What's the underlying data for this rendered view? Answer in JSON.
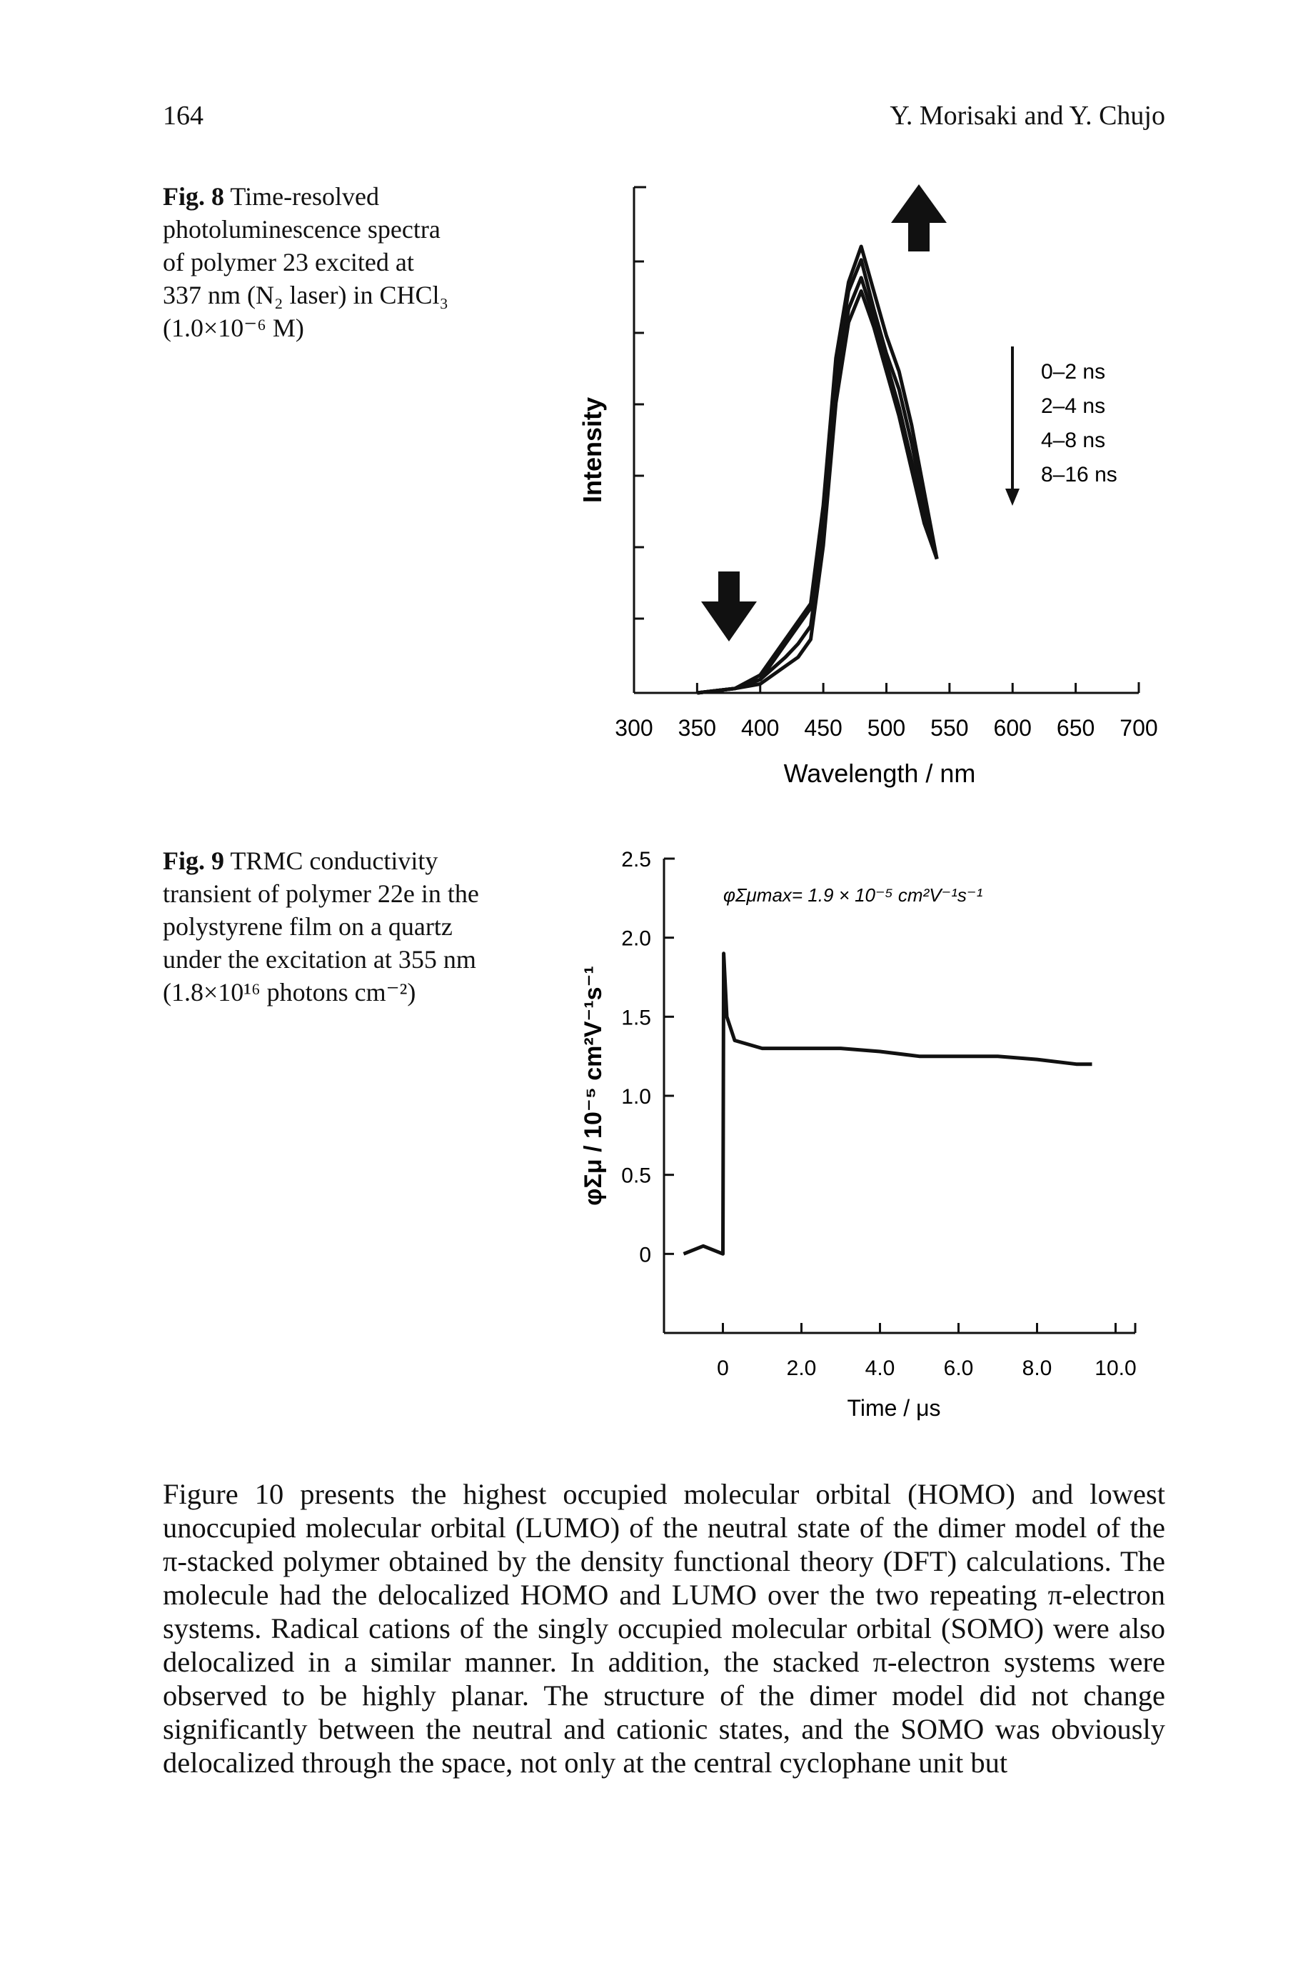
{
  "header": {
    "page_number": "164",
    "authors": "Y. Morisaki and Y. Chujo"
  },
  "fig8": {
    "caption_label": "Fig. 8",
    "caption_lines": [
      "Time-resolved",
      "photoluminescence spectra",
      "of polymer 23 excited at",
      "337 nm (N₂ laser) in CHCl₃",
      "(1.0×10⁻⁶ M)"
    ],
    "ylabel": "Intensity",
    "xlabel": "Wavelength / nm",
    "xticks": [
      "300",
      "350",
      "400",
      "450",
      "500",
      "550",
      "600",
      "650",
      "700"
    ],
    "legend": [
      "0–2 ns",
      "2–4 ns",
      "4–8 ns",
      "8–16 ns"
    ]
  },
  "fig9": {
    "caption_label": "Fig. 9",
    "caption_lines": [
      "TRMC conductivity",
      "transient of polymer 22e in the",
      "polystyrene film on a quartz",
      "under the excitation at 355 nm",
      "(1.8×10¹⁶ photons cm⁻²)"
    ],
    "ylabel": "φΣμ / 10⁻⁵ cm²V⁻¹s⁻¹",
    "xlabel": "Time / μs",
    "xticks": [
      "0",
      "2.0",
      "4.0",
      "6.0",
      "8.0",
      "10.0"
    ],
    "yticks": [
      "0",
      "0.5",
      "1.0",
      "1.5",
      "2.0",
      "2.5"
    ],
    "annotation": "φΣμmax= 1.9 × 10⁻⁵ cm²V⁻¹s⁻¹"
  },
  "body_text": "Figure 10 presents the highest occupied molecular orbital (HOMO) and lowest unoccupied molecular orbital (LUMO) of the neutral state of the dimer model of the π-stacked polymer obtained by the density functional theory (DFT) calculations. The molecule had the delocalized HOMO and LUMO over the two repeating π-electron systems. Radical cations of the singly occupied molecular orbital (SOMO) were also delocalized in a similar manner. In addition, the stacked π-electron systems were observed to be highly planar. The structure of the dimer model did not change significantly between the neutral and cationic states, and the SOMO was obviously delocalized through the space, not only at the central cyclophane unit but",
  "chart_data": [
    {
      "type": "line",
      "title": "",
      "xlabel": "Wavelength / nm",
      "ylabel": "Intensity",
      "xlim": [
        300,
        700
      ],
      "x_ticks": [
        300,
        350,
        400,
        450,
        500,
        550,
        600,
        650,
        700
      ],
      "series": [
        {
          "name": "0–2 ns",
          "x": [
            350,
            380,
            400,
            420,
            430,
            440,
            450,
            460,
            470,
            480,
            490,
            500,
            510,
            520,
            530,
            540
          ],
          "y": [
            0.0,
            0.01,
            0.04,
            0.12,
            0.16,
            0.2,
            0.42,
            0.75,
            0.92,
            1.0,
            0.9,
            0.8,
            0.72,
            0.6,
            0.45,
            0.3
          ]
        },
        {
          "name": "2–4 ns",
          "x": [
            350,
            380,
            400,
            420,
            430,
            440,
            450,
            460,
            470,
            480,
            490,
            500,
            510,
            520,
            530,
            540
          ],
          "y": [
            0.0,
            0.01,
            0.03,
            0.11,
            0.15,
            0.19,
            0.4,
            0.72,
            0.9,
            0.97,
            0.86,
            0.76,
            0.68,
            0.56,
            0.42,
            0.3
          ]
        },
        {
          "name": "4–8 ns",
          "x": [
            350,
            380,
            400,
            420,
            430,
            440,
            450,
            460,
            470,
            480,
            490,
            500,
            510,
            520,
            530,
            540
          ],
          "y": [
            0.0,
            0.01,
            0.03,
            0.08,
            0.11,
            0.15,
            0.36,
            0.68,
            0.86,
            0.93,
            0.84,
            0.74,
            0.64,
            0.52,
            0.4,
            0.3
          ]
        },
        {
          "name": "8–16 ns",
          "x": [
            350,
            380,
            400,
            420,
            430,
            440,
            450,
            460,
            470,
            480,
            490,
            500,
            510,
            520,
            530,
            540
          ],
          "y": [
            0.0,
            0.01,
            0.02,
            0.06,
            0.08,
            0.12,
            0.33,
            0.65,
            0.83,
            0.9,
            0.82,
            0.72,
            0.62,
            0.5,
            0.38,
            0.3
          ]
        }
      ]
    },
    {
      "type": "line",
      "title": "",
      "xlabel": "Time / μs",
      "ylabel": "φΣμ / 10⁻⁵ cm²V⁻¹s⁻¹",
      "xlim": [
        -1.5,
        10.5
      ],
      "ylim": [
        -0.5,
        2.5
      ],
      "x_ticks": [
        0,
        2.0,
        4.0,
        6.0,
        8.0,
        10.0
      ],
      "y_ticks": [
        0,
        0.5,
        1.0,
        1.5,
        2.0,
        2.5
      ],
      "annotation": "φΣμmax = 1.9 × 10⁻⁵ cm²V⁻¹s⁻¹",
      "series": [
        {
          "x": [
            -1.0,
            -0.5,
            0.0,
            0.02,
            0.1,
            0.3,
            1.0,
            2.0,
            3.0,
            4.0,
            5.0,
            6.0,
            7.0,
            8.0,
            9.0,
            9.4
          ],
          "y": [
            0.0,
            0.05,
            0.0,
            1.9,
            1.5,
            1.35,
            1.3,
            1.3,
            1.3,
            1.28,
            1.25,
            1.25,
            1.25,
            1.23,
            1.2,
            1.2
          ]
        }
      ]
    }
  ]
}
